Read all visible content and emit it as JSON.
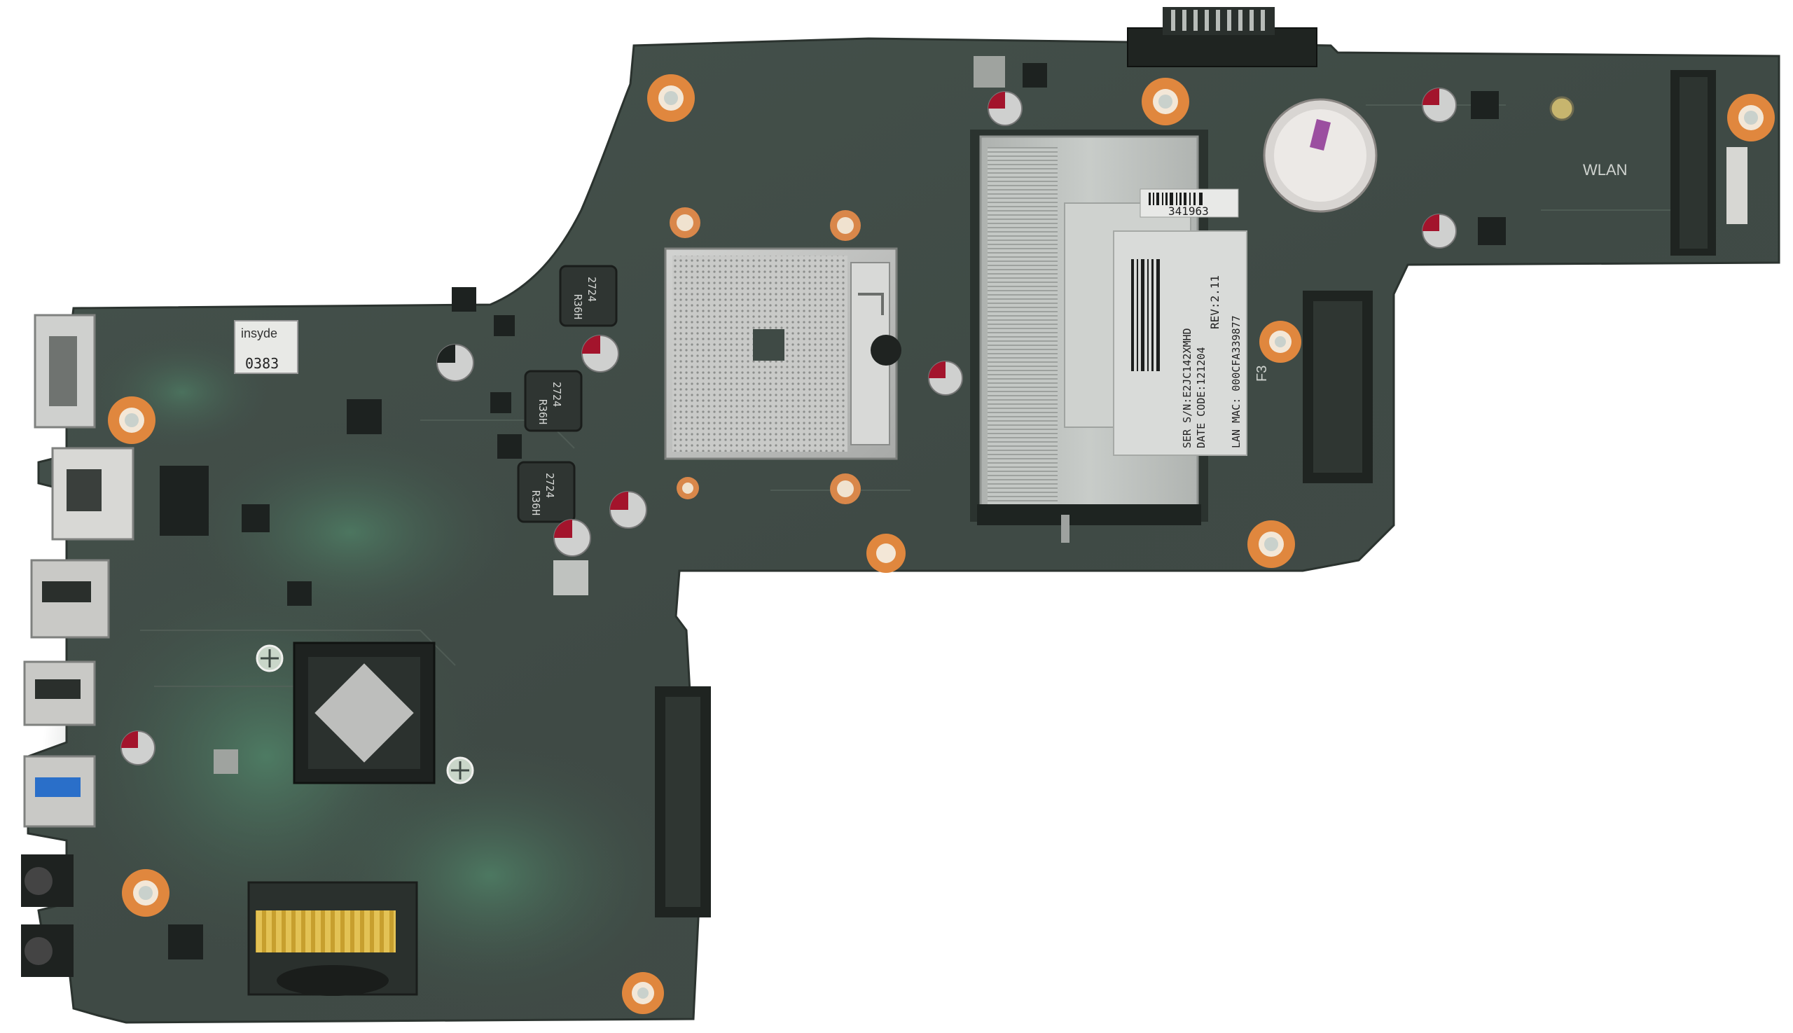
{
  "photo": {
    "subject": "motherboard",
    "colors": {
      "background": "#ffffff",
      "pcb_dark": "#3f4a45",
      "pcb_green": "#4f8066",
      "mount_hole": "#e0873e",
      "socket": "#bfc1bf",
      "ram_shield": "#b9bdba",
      "coin_cell": "#ece9e6",
      "gold_contacts": "#d8b341"
    }
  },
  "labels": {
    "wlan": "WLAN",
    "barcode_number": "341963",
    "insyde_brand": "insyde",
    "insyde_code": "0383",
    "inductor_1_top": "2724",
    "inductor_1_bottom": "R36H",
    "inductor_2_top": "2724",
    "inductor_2_bottom": "R36H",
    "inductor_3_top": "2724",
    "inductor_3_bottom": "R36H",
    "sticker_rev": "REV:2.11",
    "sticker_date": "DATE CODE:121204",
    "sticker_lan": "LAN MAC: 000CFA339877",
    "sticker_ser": "SER S/N:E2JC142XMHD",
    "f3": "F3"
  }
}
